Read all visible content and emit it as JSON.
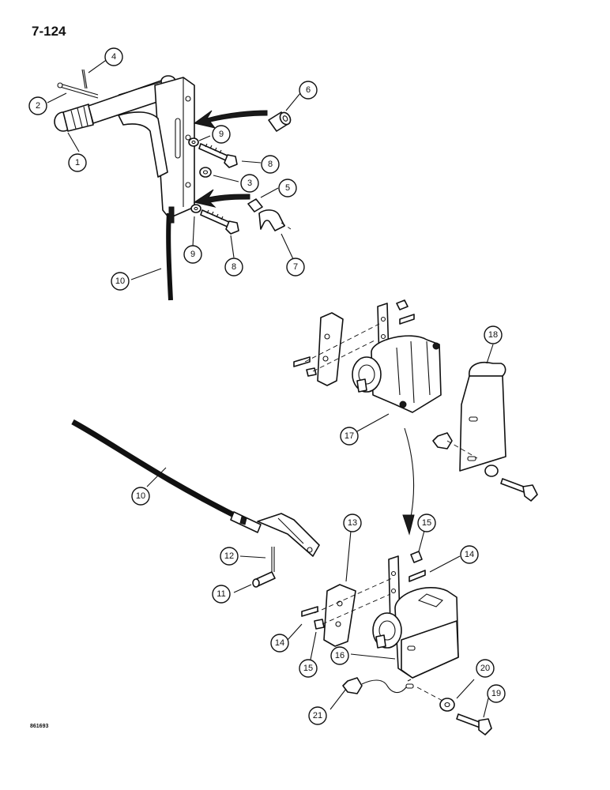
{
  "page_number": "7-124",
  "drawing_number": "861693",
  "callouts": [
    {
      "id": "c1",
      "label": "1"
    },
    {
      "id": "c2",
      "label": "2"
    },
    {
      "id": "c3",
      "label": "3"
    },
    {
      "id": "c4",
      "label": "4"
    },
    {
      "id": "c5",
      "label": "5"
    },
    {
      "id": "c6",
      "label": "6"
    },
    {
      "id": "c7",
      "label": "7"
    },
    {
      "id": "c8a",
      "label": "8"
    },
    {
      "id": "c8b",
      "label": "8"
    },
    {
      "id": "c9a",
      "label": "9"
    },
    {
      "id": "c9b",
      "label": "9"
    },
    {
      "id": "c10a",
      "label": "10"
    },
    {
      "id": "c10b",
      "label": "10"
    },
    {
      "id": "c11",
      "label": "11"
    },
    {
      "id": "c12",
      "label": "12"
    },
    {
      "id": "c13",
      "label": "13"
    },
    {
      "id": "c14a",
      "label": "14"
    },
    {
      "id": "c14b",
      "label": "14"
    },
    {
      "id": "c15a",
      "label": "15"
    },
    {
      "id": "c15b",
      "label": "15"
    },
    {
      "id": "c16",
      "label": "16"
    },
    {
      "id": "c17",
      "label": "17"
    },
    {
      "id": "c18",
      "label": "18"
    },
    {
      "id": "c19",
      "label": "19"
    },
    {
      "id": "c20",
      "label": "20"
    },
    {
      "id": "c21",
      "label": "21"
    }
  ]
}
